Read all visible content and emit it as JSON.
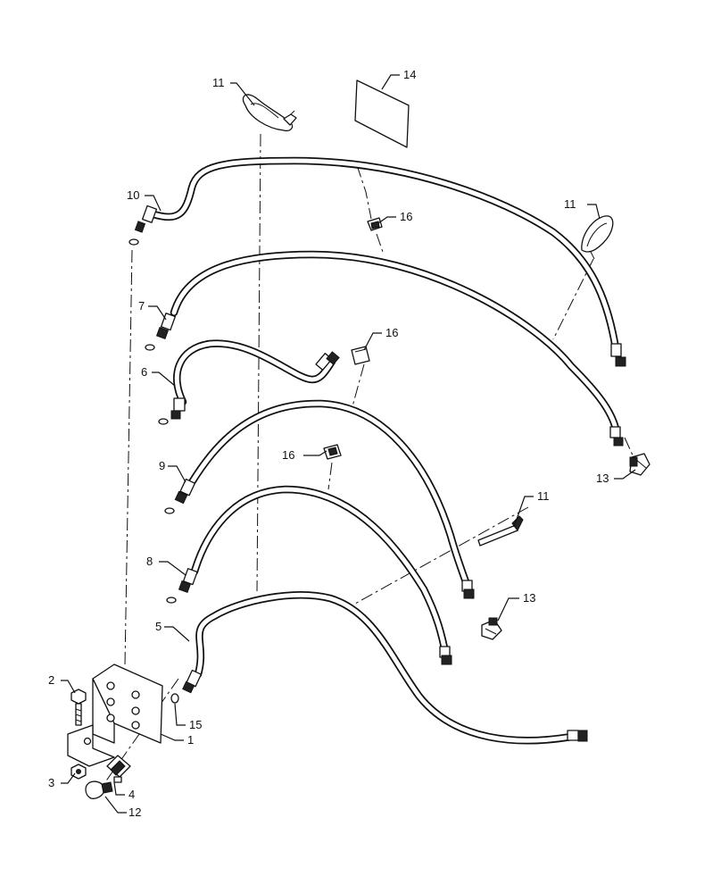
{
  "callouts": {
    "p1": "1",
    "p2": "2",
    "p3": "3",
    "p4": "4",
    "p5": "5",
    "p6": "6",
    "p7": "7",
    "p8": "8",
    "p9": "9",
    "p10": "10",
    "p11_top": "11",
    "p11_right": "11",
    "p11_rod": "11",
    "p12": "12",
    "p13_upper": "13",
    "p13_lower": "13",
    "p14": "14",
    "p15": "15",
    "p16_top": "16",
    "p16_mid": "16",
    "p16_low": "16"
  }
}
